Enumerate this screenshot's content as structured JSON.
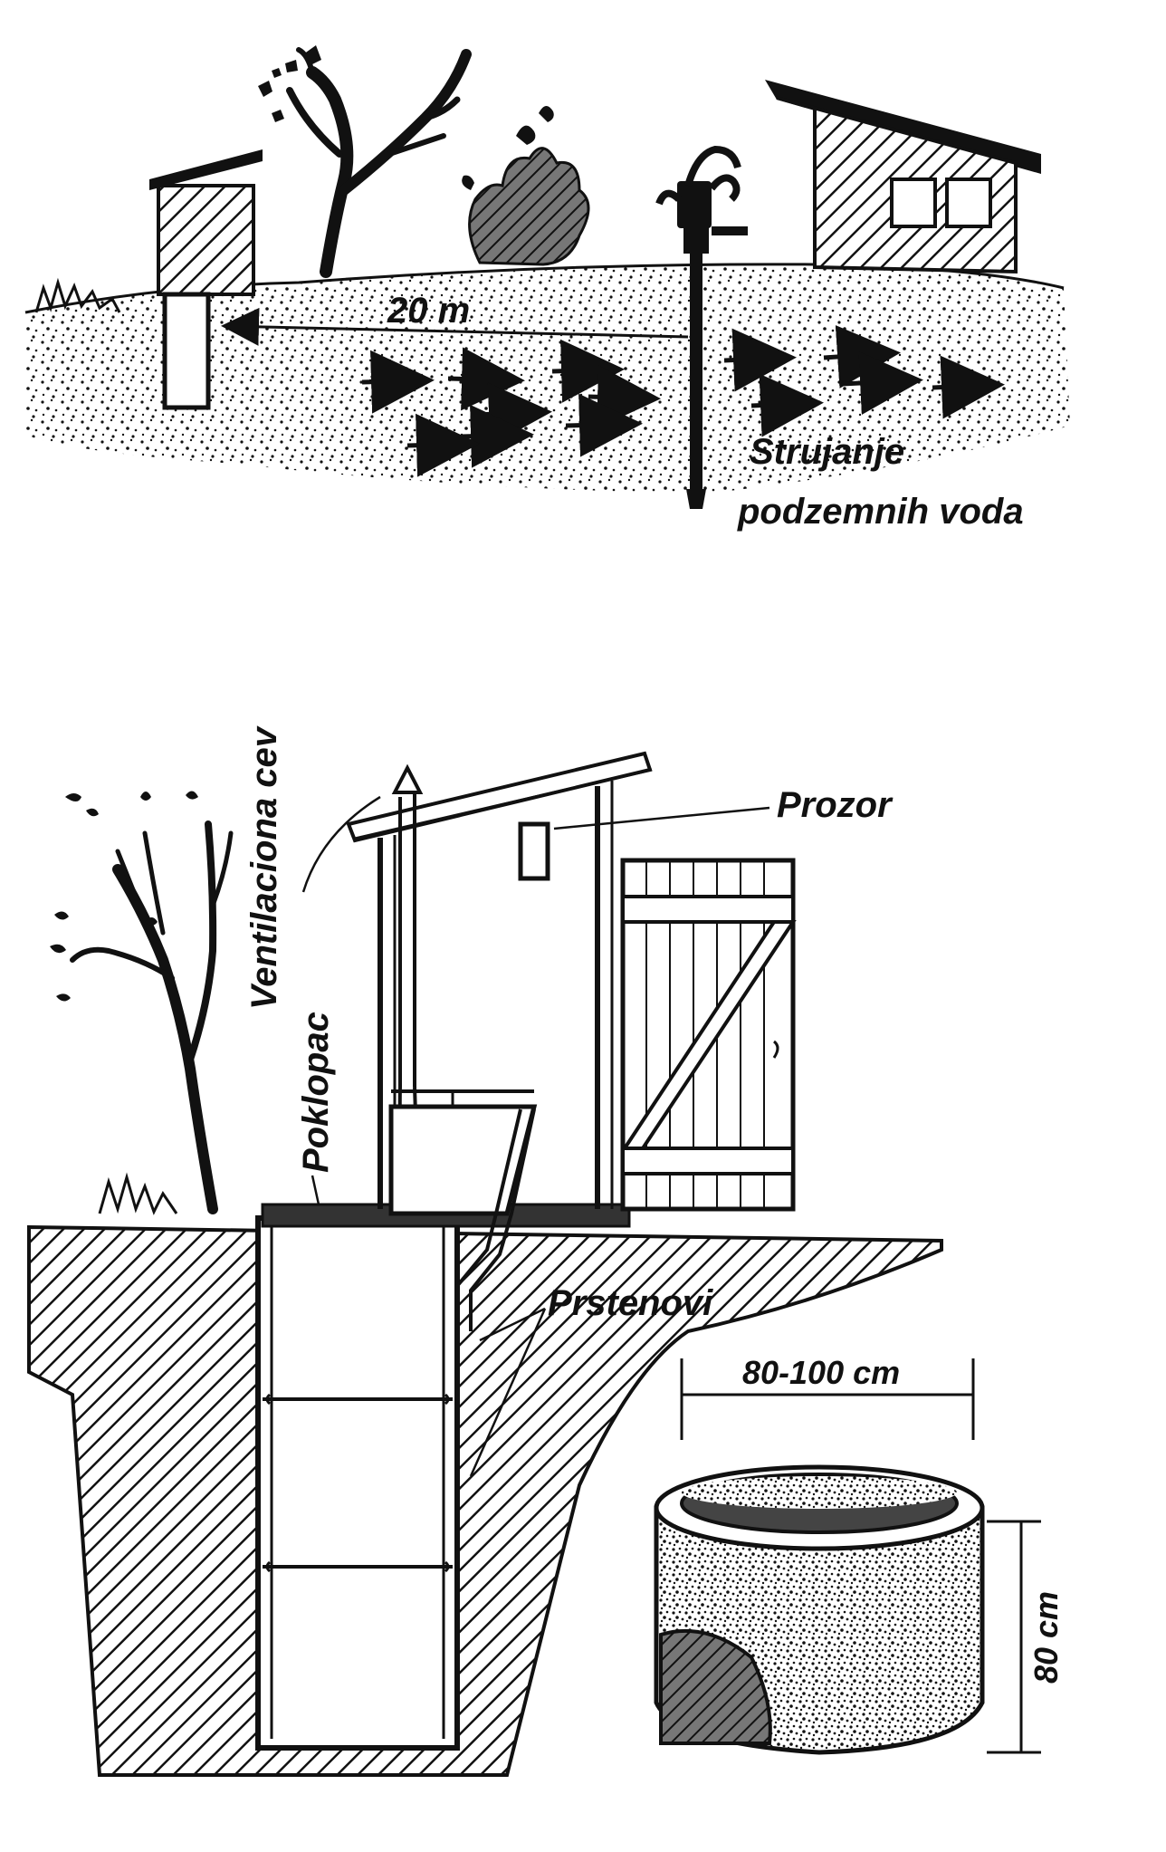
{
  "top": {
    "distance_label": "20 m",
    "flow_label_line1": "Strujanje",
    "flow_label_line2": "podzemnih voda"
  },
  "bottom": {
    "vent_label": "Ventilaciona cev",
    "window_label": "Prozor",
    "lid_label": "Poklopac",
    "rings_label": "Prstenovi",
    "ring_width_label": "80-100 cm",
    "ring_height_label": "80 cm"
  },
  "colors": {
    "ink": "#111111",
    "paper": "#ffffff",
    "hatch_fill": "#666666"
  }
}
